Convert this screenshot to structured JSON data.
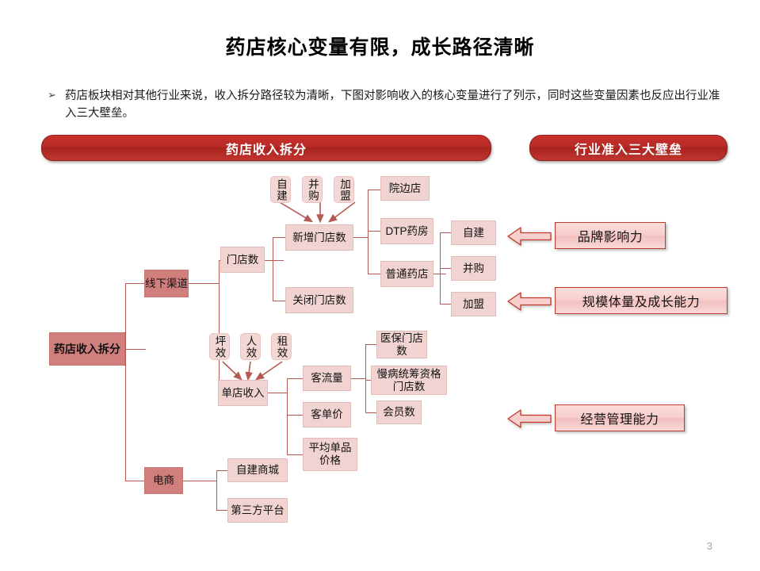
{
  "page_title": "药店核心变量有限，成长路径清晰",
  "bullet": {
    "marker": "➢",
    "text": "药店板块相对其他行业来说，收入拆分路径较为清晰，下图对影响收入的核心变量进行了列示，同时这些变量因素也反应出行业准入三大壁垒。"
  },
  "banners": {
    "left": "药店收入拆分",
    "right": "行业准入三大壁垒"
  },
  "diagram": {
    "root": "药店收入拆分",
    "channel_offline": "线下渠道",
    "channel_ecommerce": "电商",
    "store_count": "门店数",
    "new_stores": "新增门店数",
    "closed_stores": "关闭门店数",
    "new_store_methods": [
      "自建",
      "并购",
      "加盟"
    ],
    "store_types": [
      "院边店",
      "DTP药房",
      "普通药店"
    ],
    "common_store_methods": [
      "自建",
      "并购",
      "加盟"
    ],
    "single_store_revenue": "单店收入",
    "efficiency_metrics": [
      "坪效",
      "人效",
      "租效"
    ],
    "revenue_drivers": [
      "客流量",
      "客单价",
      "平均单品价格"
    ],
    "traffic_drivers": [
      "医保门店数",
      "慢病统筹资格门店数",
      "会员数"
    ],
    "ecommerce_children": [
      "自建商城",
      "第三方平台"
    ]
  },
  "barriers": [
    "品牌影响力",
    "规模体量及成长能力",
    "经营管理能力"
  ],
  "page_number": "3",
  "colors": {
    "banner_red": "#b82e28",
    "node_light": "#f1d4d2",
    "node_dark": "#d17f7d",
    "connector": "#b55953",
    "callout_border": "#c0392b"
  }
}
